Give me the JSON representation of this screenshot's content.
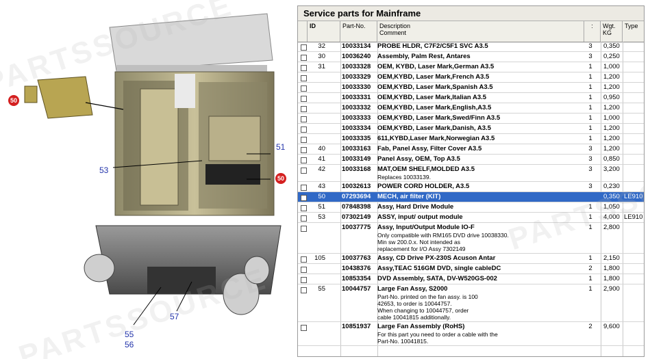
{
  "watermark": "PARTSSOURCE",
  "diagram": {
    "callouts": [
      {
        "id": "c50a",
        "label": "50",
        "kind": "badge"
      },
      {
        "id": "c50b",
        "label": "50",
        "kind": "badge"
      },
      {
        "id": "c51",
        "label": "51",
        "kind": "text"
      },
      {
        "id": "c53",
        "label": "53",
        "kind": "text"
      },
      {
        "id": "c55",
        "label": "55",
        "kind": "text"
      },
      {
        "id": "c56",
        "label": "56",
        "kind": "text"
      },
      {
        "id": "c57",
        "label": "57",
        "kind": "text"
      }
    ]
  },
  "panel": {
    "title": "Service parts for Mainframe",
    "columns": {
      "id": "ID",
      "part": "Part-No.",
      "desc": "Description",
      "comment": "Comment",
      "qty": ":",
      "wgt": "Wgt. KG",
      "type": "Type"
    },
    "rows": [
      {
        "id": "32",
        "part": "10033134",
        "desc": "PROBE HLDR, C7F2/C5F1 SVC A3.5",
        "comment": "",
        "qty": "3",
        "wgt": "0,350",
        "type": ""
      },
      {
        "id": "30",
        "part": "10036240",
        "desc": "Assembly, Palm Rest, Antares",
        "comment": "",
        "qty": "3",
        "wgt": "0,250",
        "type": ""
      },
      {
        "id": "31",
        "part": "10033328",
        "desc": "OEM, KYBD, Laser Mark,German A3.5",
        "comment": "",
        "qty": "1",
        "wgt": "1,000",
        "type": ""
      },
      {
        "id": "",
        "part": "10033329",
        "desc": "OEM,KYBD, Laser Mark,French A3.5",
        "comment": "",
        "qty": "1",
        "wgt": "1,200",
        "type": ""
      },
      {
        "id": "",
        "part": "10033330",
        "desc": "OEM,KYBD, Laser Mark,Spanish A3.5",
        "comment": "",
        "qty": "1",
        "wgt": "1,200",
        "type": ""
      },
      {
        "id": "",
        "part": "10033331",
        "desc": "OEM,KYBD, Laser Mark,Italian A3.5",
        "comment": "",
        "qty": "1",
        "wgt": "0,950",
        "type": ""
      },
      {
        "id": "",
        "part": "10033332",
        "desc": "OEM,KYBD, Laser Mark,English,A3.5",
        "comment": "",
        "qty": "1",
        "wgt": "1,200",
        "type": ""
      },
      {
        "id": "",
        "part": "10033333",
        "desc": "OEM,KYBD, Laser Mark,Swed/Finn A3.5",
        "comment": "",
        "qty": "1",
        "wgt": "1,000",
        "type": ""
      },
      {
        "id": "",
        "part": "10033334",
        "desc": "OEM,KYBD, Laser Mark,Danish, A3.5",
        "comment": "",
        "qty": "1",
        "wgt": "1,200",
        "type": ""
      },
      {
        "id": "",
        "part": "10033335",
        "desc": "611,KYBD,Laser Mark,Norwegian A3.5",
        "comment": "",
        "qty": "1",
        "wgt": "1,200",
        "type": ""
      },
      {
        "id": "40",
        "part": "10033163",
        "desc": "Fab, Panel Assy, Filter Cover A3.5",
        "comment": "",
        "qty": "3",
        "wgt": "1,200",
        "type": ""
      },
      {
        "id": "41",
        "part": "10033149",
        "desc": "Panel Assy, OEM, Top A3.5",
        "comment": "",
        "qty": "3",
        "wgt": "0,850",
        "type": ""
      },
      {
        "id": "42",
        "part": "10033168",
        "desc": "MAT,OEM SHELF,MOLDED A3.5",
        "comment": "Replaces 10033139.",
        "qty": "3",
        "wgt": "3,200",
        "type": ""
      },
      {
        "id": "43",
        "part": "10032613",
        "desc": "POWER CORD HOLDER, A3.5",
        "comment": "",
        "qty": "3",
        "wgt": "0,230",
        "type": ""
      },
      {
        "id": "50",
        "part": "07293694",
        "desc": "MECH, air filter (KIT)",
        "comment": "",
        "qty": "",
        "wgt": "0,350",
        "type": "LE910",
        "selected": true
      },
      {
        "id": "51",
        "part": "07848398",
        "desc": "Assy, Hard Drive Module",
        "comment": "",
        "qty": "1",
        "wgt": "1,050",
        "type": ""
      },
      {
        "id": "53",
        "part": "07302149",
        "desc": "ASSY, input/ output module",
        "comment": "",
        "qty": "1",
        "wgt": "4,000",
        "type": "LE910"
      },
      {
        "id": "",
        "part": "10037775",
        "desc": "Assy, Input/Output Module IO-F",
        "comment": "Only compatible with RM165 DVD drive 10038330.|Min sw 200.0.x. Not intended as|replacement for I/O Assy 7302149",
        "qty": "1",
        "wgt": "2,800",
        "type": ""
      },
      {
        "id": "105",
        "part": "10037763",
        "desc": "Assy, CD Drive PX-230S Acuson Antar",
        "comment": "",
        "qty": "1",
        "wgt": "2,150",
        "type": ""
      },
      {
        "id": "",
        "part": "10438376",
        "desc": "Assy,TEAC 516GM DVD, single cableDC",
        "comment": "",
        "qty": "2",
        "wgt": "1,800",
        "type": ""
      },
      {
        "id": "",
        "part": "10853354",
        "desc": "DVD Assembly, SATA, DV-W520GS-002",
        "comment": "",
        "qty": "1",
        "wgt": "1,800",
        "type": ""
      },
      {
        "id": "55",
        "part": "10044757",
        "desc": "Large Fan Assy, S2000",
        "comment": "Part-No. printed on the fan assy. is 100|42653, to order is 10044757.|When changing to 10044757, order|cable 10041815 additionally.",
        "qty": "1",
        "wgt": "2,900",
        "type": ""
      },
      {
        "id": "",
        "part": "10851937",
        "desc": "Large Fan Assembly (RoHS)",
        "comment": "For this part you need to order a cable with the|Part-No. 10041815.",
        "qty": "2",
        "wgt": "9,600",
        "type": ""
      }
    ]
  }
}
